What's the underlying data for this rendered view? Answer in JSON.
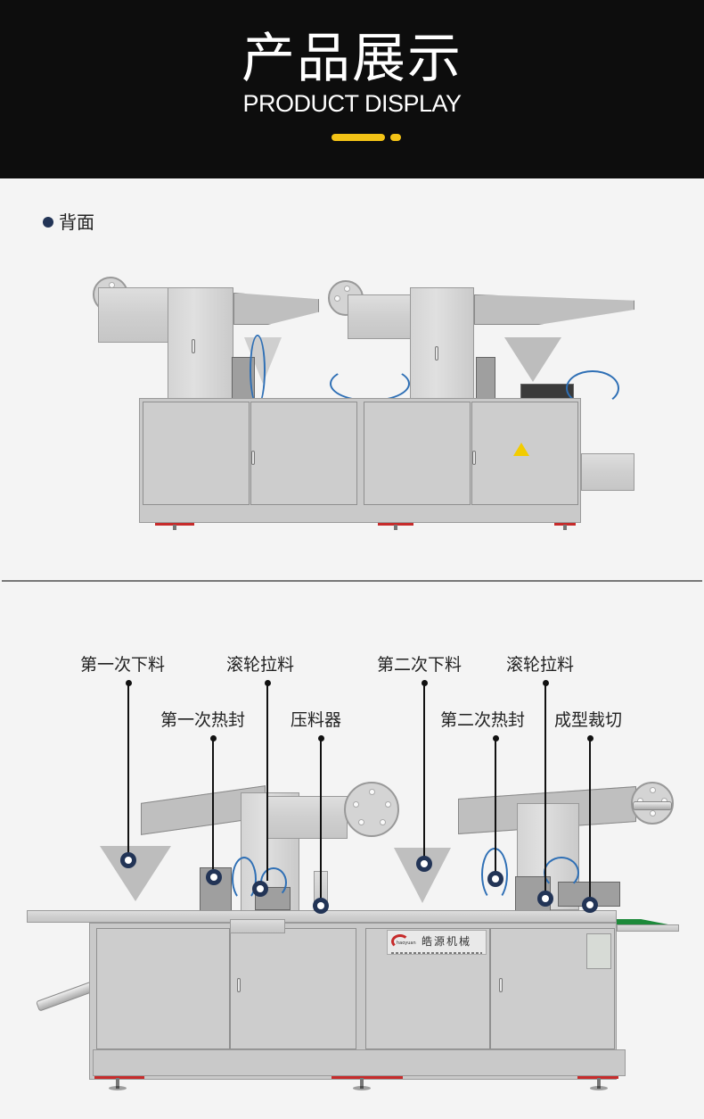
{
  "header": {
    "title": "产品展示",
    "subtitle": "PRODUCT DISPLAY",
    "accent_color": "#f3c316",
    "background_color": "#0d0d0d"
  },
  "section_back": {
    "label": "背面",
    "bullet_color": "#223456",
    "image_alt": "blister packing machine rear view"
  },
  "section_front": {
    "image_alt": "blister packing machine front view with labeled components",
    "nameplate": {
      "brand_cn": "皓源机械",
      "brand_logo_text": "haoyuan"
    },
    "callouts": [
      {
        "label": "第一次下料"
      },
      {
        "label": "滚轮拉料"
      },
      {
        "label": "第一次热封"
      },
      {
        "label": "压料器"
      },
      {
        "label": "第二次下料"
      },
      {
        "label": "滚轮拉料"
      },
      {
        "label": "第二次热封"
      },
      {
        "label": "成型裁切"
      }
    ],
    "marker_color": "#223456"
  }
}
